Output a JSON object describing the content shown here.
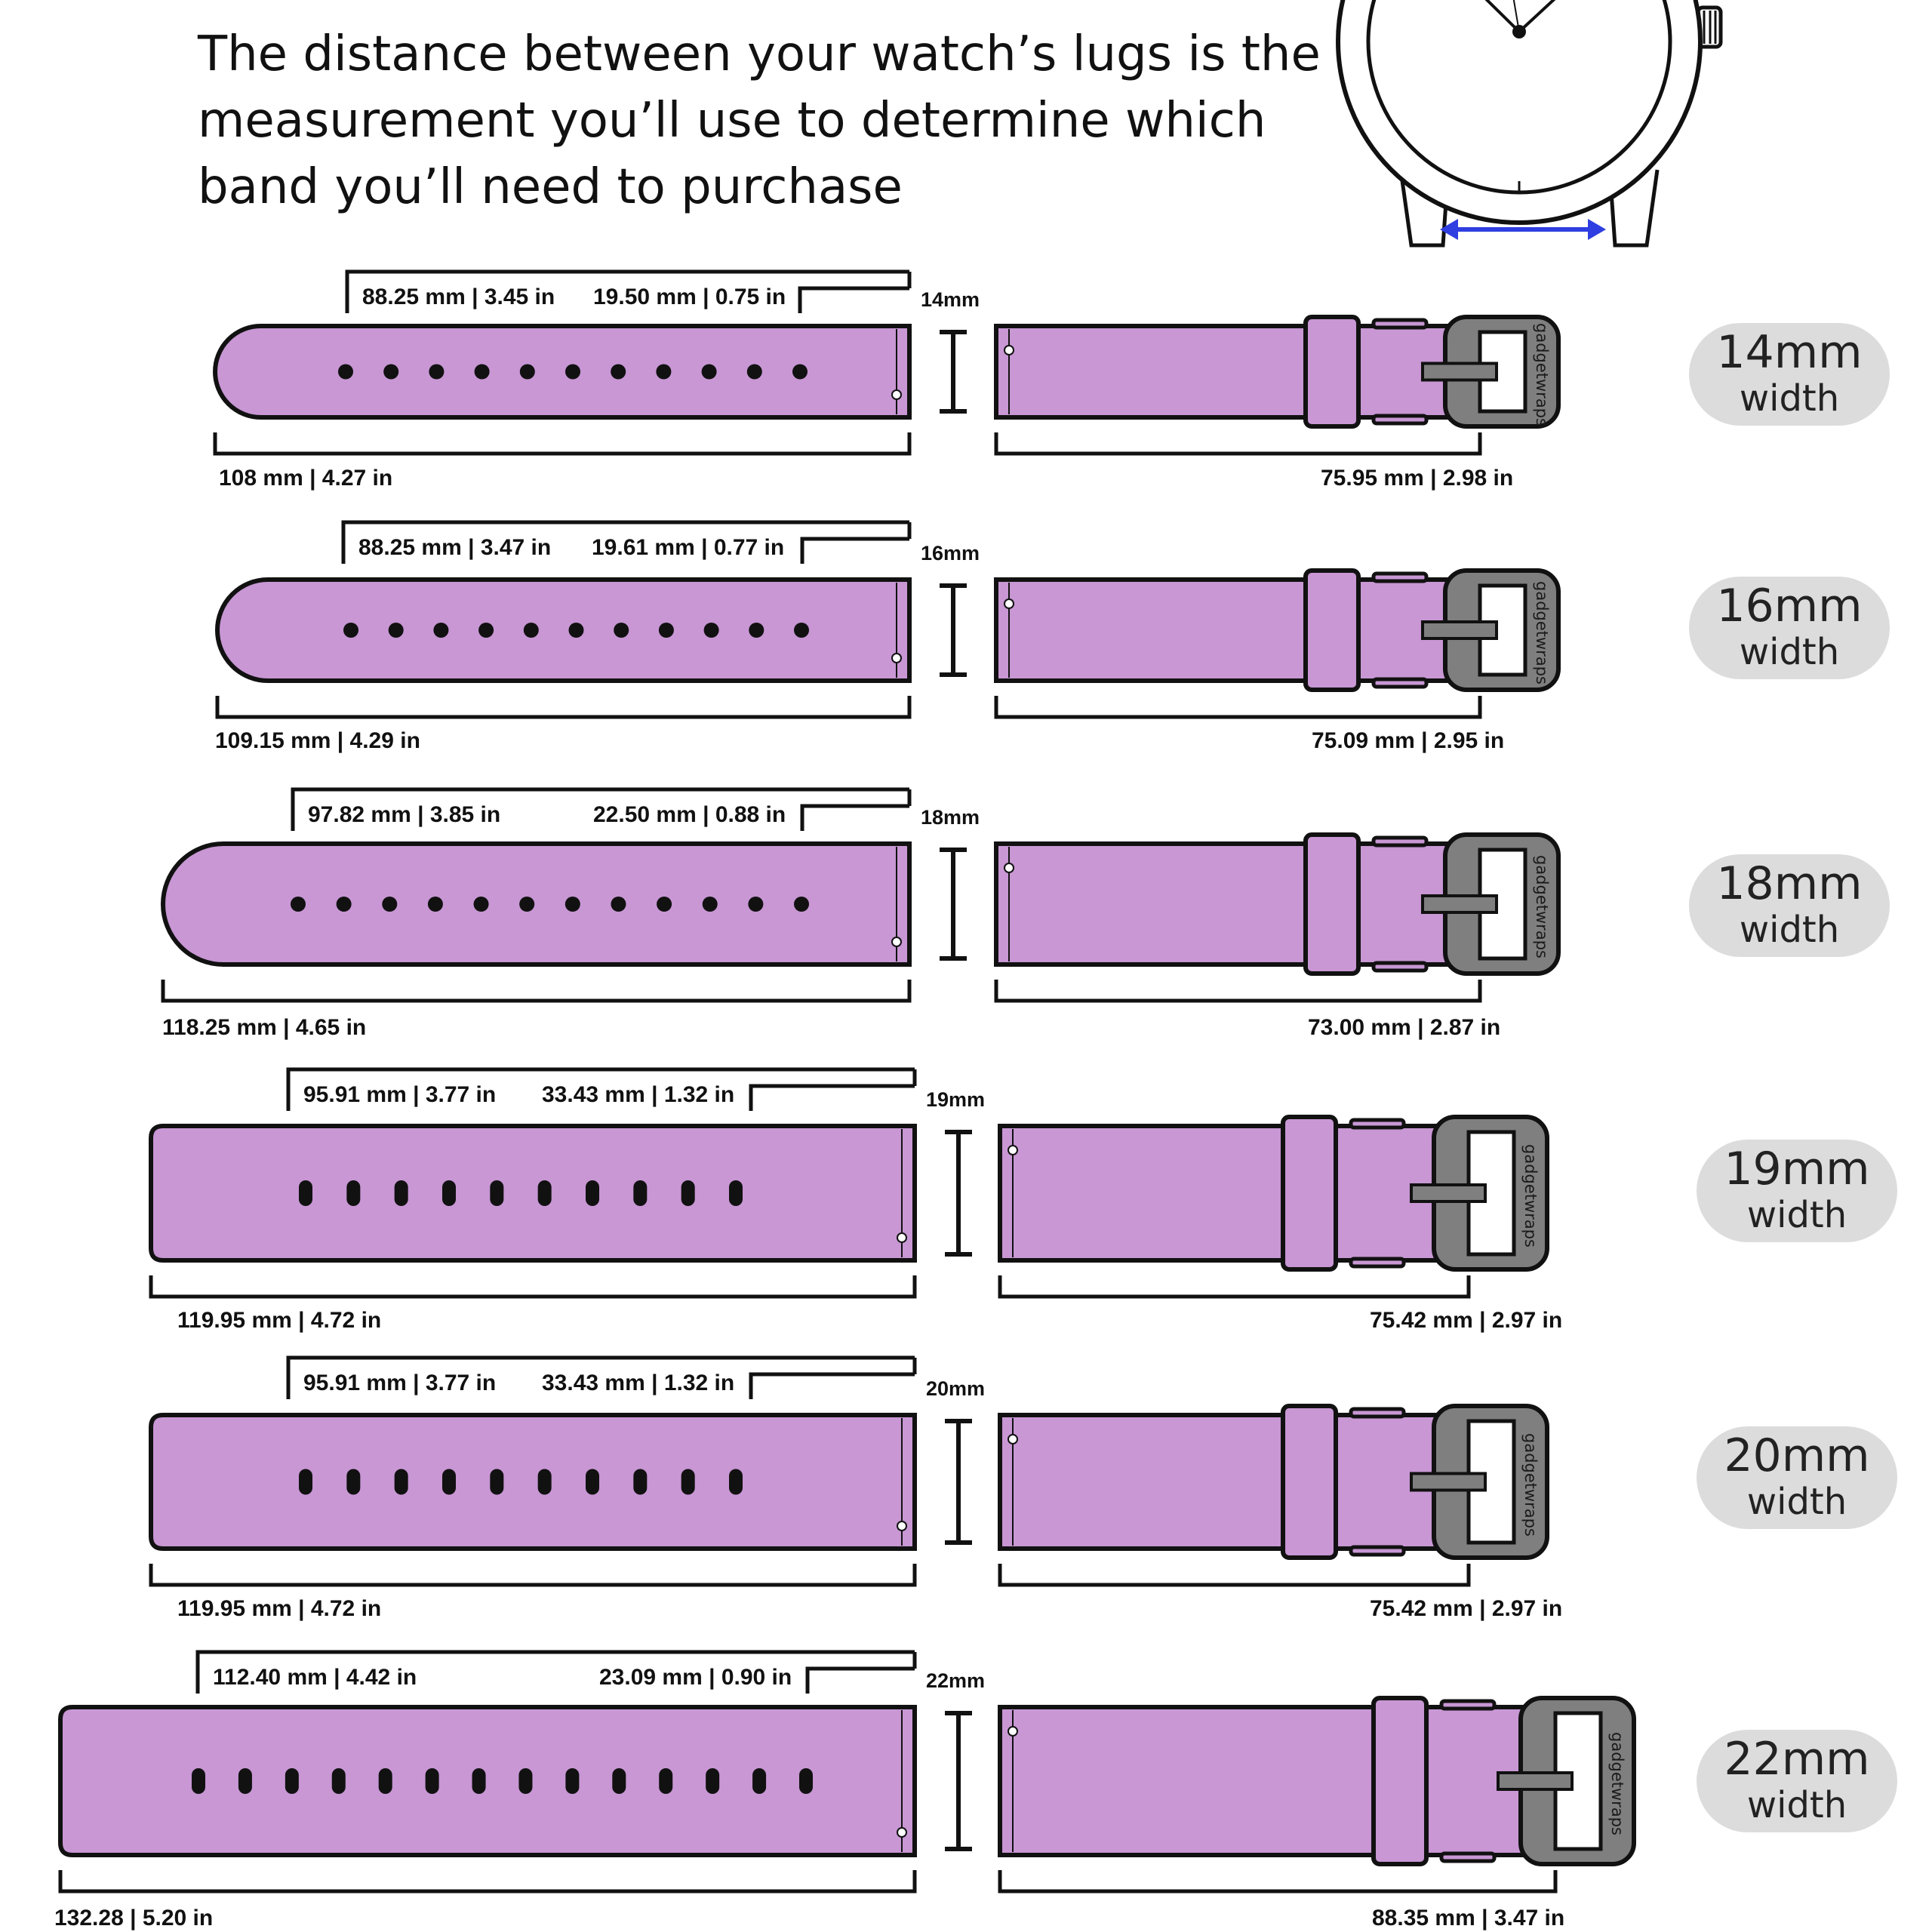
{
  "intro_text": "The distance between your watch’s lugs is the measurement you’ll use to determine which band you’ll need to purchase",
  "colors": {
    "strap_fill": "#c897d4",
    "outline": "#111111",
    "buckle": "#7f7f7f",
    "lug_arrow": "#2f3ee0",
    "badge_bg": "#dcdcdc"
  },
  "icons": {
    "watch": "watch-face-icon",
    "lug_arrow": "double-arrow-icon"
  },
  "bands": [
    {
      "size": "14mm",
      "badge_size": "14mm",
      "badge_word": "width",
      "brand": "gadgetwraps",
      "holes": 11,
      "hole_style": "dot",
      "long_total": "108 mm | 4.27 in",
      "long_holes": "88.25 mm | 3.45 in",
      "long_tip": "19.50 mm | 0.75 in",
      "short_total": "75.95 mm | 2.98 in"
    },
    {
      "size": "16mm",
      "badge_size": "16mm",
      "badge_word": "width",
      "brand": "gadgetwraps",
      "holes": 11,
      "hole_style": "dot",
      "long_total": "109.15 mm | 4.29 in",
      "long_holes": "88.25 mm | 3.47 in",
      "long_tip": "19.61 mm | 0.77 in",
      "short_total": "75.09 mm | 2.95 in"
    },
    {
      "size": "18mm",
      "badge_size": "18mm",
      "badge_word": "width",
      "brand": "gadgetwraps",
      "holes": 12,
      "hole_style": "dot",
      "long_total": "118.25 mm | 4.65 in",
      "long_holes": "97.82 mm | 3.85 in",
      "long_tip": "22.50 mm | 0.88 in",
      "short_total": "73.00 mm | 2.87 in"
    },
    {
      "size": "19mm",
      "badge_size": "19mm",
      "badge_word": "width",
      "brand": "gadgetwraps",
      "holes": 10,
      "hole_style": "oval",
      "long_total": "119.95 mm | 4.72 in",
      "long_holes": "95.91 mm | 3.77 in",
      "long_tip": "33.43 mm | 1.32 in",
      "short_total": "75.42 mm | 2.97 in"
    },
    {
      "size": "20mm",
      "badge_size": "20mm",
      "badge_word": "width",
      "brand": "gadgetwraps",
      "holes": 10,
      "hole_style": "oval",
      "long_total": "119.95 mm | 4.72 in",
      "long_holes": "95.91 mm | 3.77 in",
      "long_tip": "33.43 mm | 1.32 in",
      "short_total": "75.42 mm | 2.97 in"
    },
    {
      "size": "22mm",
      "badge_size": "22mm",
      "badge_word": "width",
      "brand": "gadgetwraps",
      "holes": 14,
      "hole_style": "oval",
      "long_total": "132.28 | 5.20 in",
      "long_holes": "112.40 mm | 4.42 in",
      "long_tip": "23.09 mm | 0.90 in",
      "short_total": "88.35 mm | 3.47 in"
    }
  ]
}
